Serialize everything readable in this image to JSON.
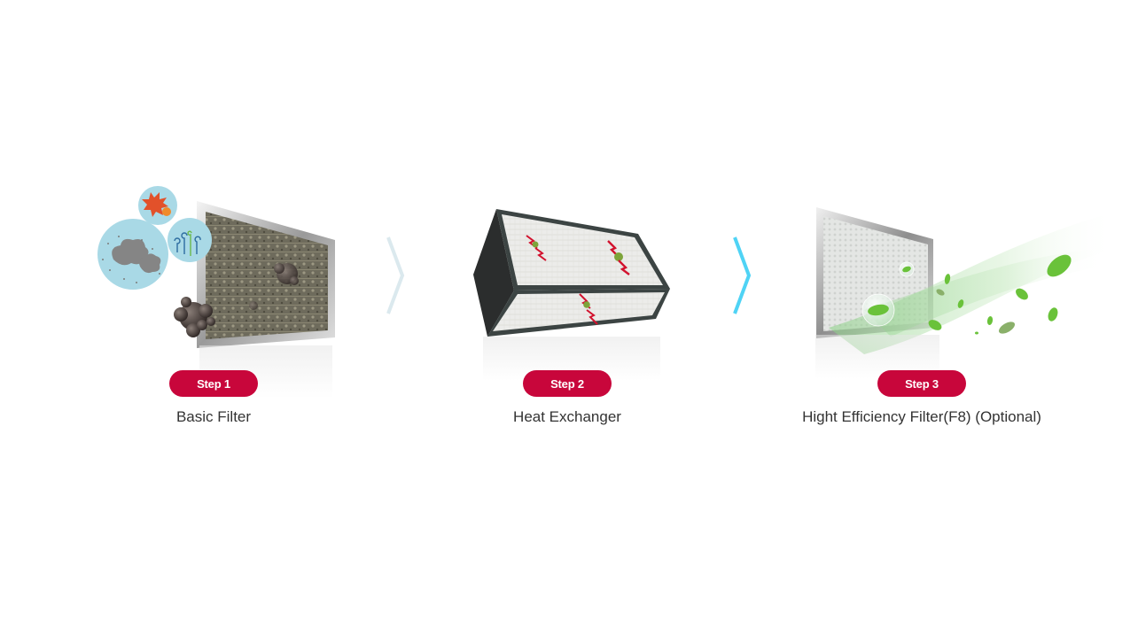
{
  "diagram": {
    "type": "process-flow",
    "colors": {
      "badge_bg": "#c8063b",
      "badge_text": "#ffffff",
      "caption_text": "#333333",
      "arrow_inactive": "#dbe9ee",
      "arrow_active": "#4fd3f5",
      "bubble_bg": "#a9d9e6",
      "leaf_green": "#6ac23a"
    },
    "steps": [
      {
        "badge": "Step 1",
        "caption": "Basic Filter",
        "illustration": "dust-filter-with-particles-icon"
      },
      {
        "badge": "Step 2",
        "caption": "Heat Exchanger",
        "illustration": "heat-exchanger-box-icon"
      },
      {
        "badge": "Step 3",
        "caption": "Hight Efficiency Filter(F8) (Optional)",
        "illustration": "clean-filter-with-leaves-icon"
      }
    ],
    "arrows": [
      {
        "from": 1,
        "to": 2,
        "style": "inactive",
        "icon": "chevron-right-icon"
      },
      {
        "from": 2,
        "to": 3,
        "style": "active",
        "icon": "chevron-right-icon"
      }
    ]
  }
}
